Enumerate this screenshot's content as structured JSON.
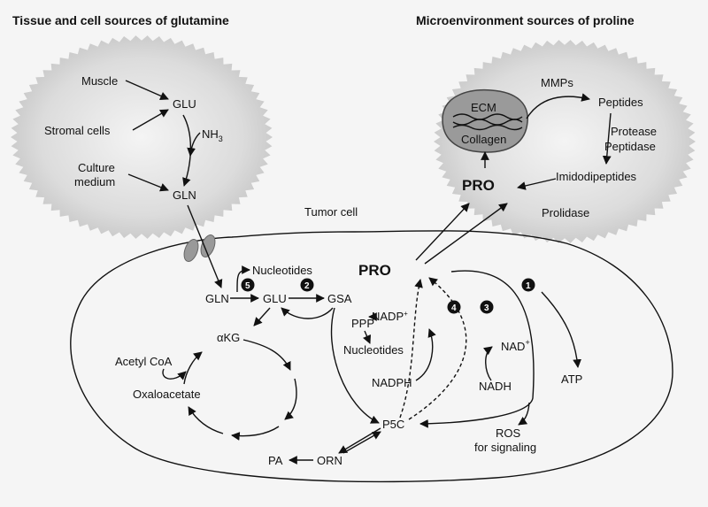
{
  "headers": {
    "glutamine": "Tissue and cell sources of glutamine",
    "proline": "Microenvironment sources of proline"
  },
  "glutamine_cell": {
    "muscle": "Muscle",
    "stromal": "Stromal cells",
    "culture1": "Culture",
    "culture2": "medium",
    "glu": "GLU",
    "nh3": "NH",
    "nh3_sub": "3",
    "gln": "GLN"
  },
  "proline_cell": {
    "ecm": "ECM",
    "collagen": "Collagen",
    "mmps": "MMPs",
    "peptides": "Peptides",
    "protease": "Protease",
    "peptidase": "Peptidase",
    "imidodipeptides": "Imidodipeptides",
    "prolidase": "Prolidase",
    "pro": "PRO"
  },
  "tumor": {
    "label": "Tumor cell",
    "pro": "PRO",
    "gln": "GLN",
    "glu": "GLU",
    "gsa": "GSA",
    "nucleotides_top": "Nucleotides",
    "akg": "αKG",
    "acetyl_coa": "Acetyl CoA",
    "oxaloacetate": "Oxaloacetate",
    "ppp": "PPP",
    "nadp": "NADP",
    "nadp_sup": "+",
    "nucleotides_mid": "Nucleotides",
    "nadph": "NADPH",
    "nad": "NAD",
    "nad_sup": "+",
    "nadh": "NADH",
    "p5c": "P5C",
    "orn": "ORN",
    "pa": "PA",
    "atp": "ATP",
    "ros1": "ROS",
    "ros2": "for signaling"
  },
  "steps": [
    "1",
    "2",
    "3",
    "4",
    "5"
  ]
}
